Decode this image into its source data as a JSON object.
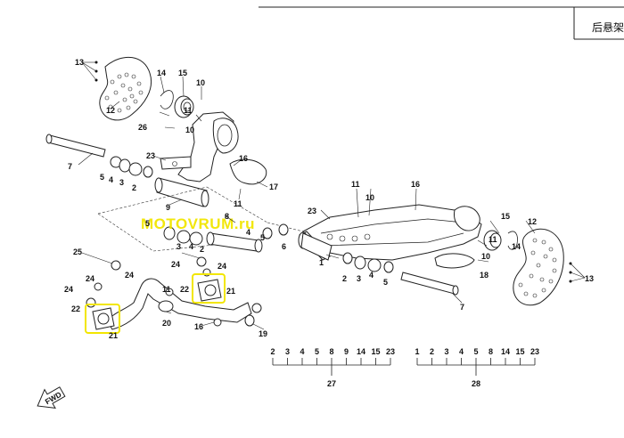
{
  "title_block": {
    "title": "后悬架"
  },
  "watermark": {
    "text": "MOTOVRUM.ru"
  },
  "direction_badge": {
    "text": "FWD"
  },
  "callouts": {
    "c1": "1",
    "c2": "2",
    "c3": "3",
    "c4": "4",
    "c5": "5",
    "c6": "6",
    "c7": "7",
    "c8": "8",
    "c9": "9",
    "c10": "10",
    "c11": "11",
    "c12": "12",
    "c13": "13",
    "c14": "14",
    "c15": "15",
    "c16": "16",
    "c17": "17",
    "c18": "18",
    "c19": "19",
    "c20": "20",
    "c21": "21",
    "c22": "22",
    "c23": "23",
    "c24": "24",
    "c25": "25",
    "c26": "26"
  },
  "kits": [
    {
      "number": "27",
      "parts": [
        "2",
        "3",
        "4",
        "5",
        "8",
        "9",
        "14",
        "15",
        "23"
      ]
    },
    {
      "number": "28",
      "parts": [
        "1",
        "2",
        "3",
        "4",
        "5",
        "8",
        "14",
        "15",
        "23"
      ]
    }
  ],
  "highlight_color": "#f2e600",
  "watermark_color": "#f2e600"
}
